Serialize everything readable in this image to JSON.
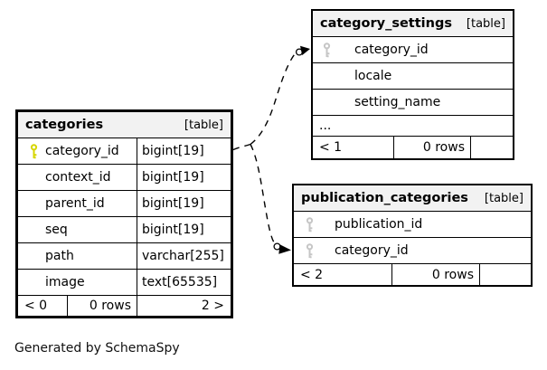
{
  "diagram": {
    "credit": "Generated by SchemaSpy",
    "background": "#ffffff"
  },
  "colors": {
    "primary_key_icon": "#d6d600",
    "foreign_key_icon": "#c6c6c6",
    "header_bg": "#f2f2f2",
    "border": "#000000"
  },
  "tables": {
    "categories": {
      "title": "categories",
      "tag": "[table]",
      "columns": [
        {
          "name": "category_id",
          "type": "bigint[19]",
          "key": "primary"
        },
        {
          "name": "context_id",
          "type": "bigint[19]",
          "key": null
        },
        {
          "name": "parent_id",
          "type": "bigint[19]",
          "key": null
        },
        {
          "name": "seq",
          "type": "bigint[19]",
          "key": null
        },
        {
          "name": "path",
          "type": "varchar[255]",
          "key": null
        },
        {
          "name": "image",
          "type": "text[65535]",
          "key": null
        }
      ],
      "footer": {
        "left": "< 0",
        "center": "0 rows",
        "right": "2 >"
      }
    },
    "category_settings": {
      "title": "category_settings",
      "tag": "[table]",
      "columns": [
        {
          "name": "category_id",
          "key": "foreign"
        },
        {
          "name": "locale",
          "key": null
        },
        {
          "name": "setting_name",
          "key": null
        }
      ],
      "ellipsis": "...",
      "footer": {
        "left": "< 1",
        "center": "0 rows",
        "right": ""
      }
    },
    "publication_categories": {
      "title": "publication_categories",
      "tag": "[table]",
      "columns": [
        {
          "name": "publication_id",
          "key": "foreign"
        },
        {
          "name": "category_id",
          "key": "foreign"
        }
      ],
      "footer": {
        "left": "< 2",
        "center": "0 rows",
        "right": ""
      }
    }
  },
  "relationships": [
    {
      "from": "categories.category_id",
      "to": "category_settings.category_id",
      "style": "dashed-implied"
    },
    {
      "from": "categories.category_id",
      "to": "publication_categories.category_id",
      "style": "dashed-implied"
    }
  ]
}
